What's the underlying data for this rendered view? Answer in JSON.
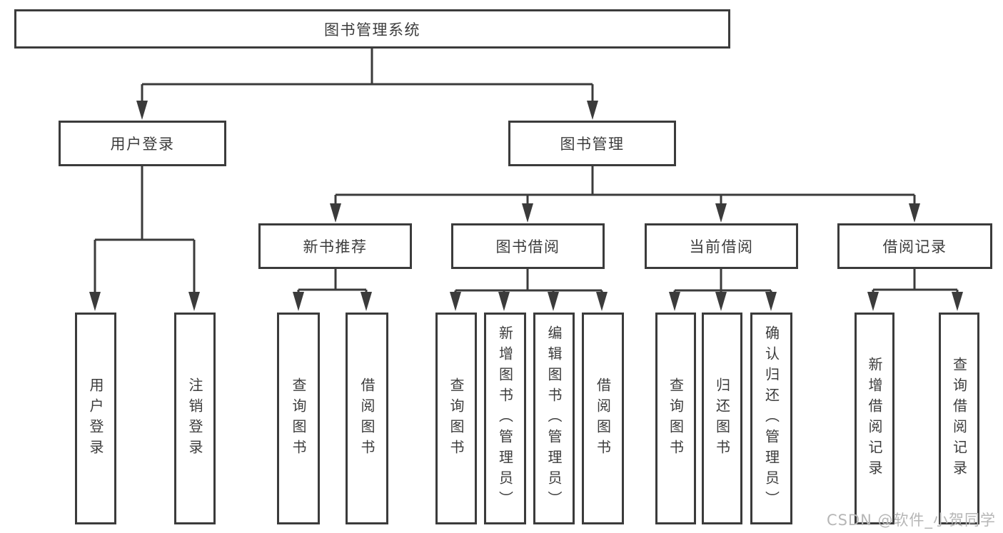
{
  "tree": {
    "root": {
      "label": "图书管理系统",
      "children": [
        {
          "label": "用户登录",
          "children": [
            {
              "label": "用户登录"
            },
            {
              "label": "注销登录"
            }
          ]
        },
        {
          "label": "图书管理",
          "children": [
            {
              "label": "新书推荐",
              "children": [
                {
                  "label": "查询图书"
                },
                {
                  "label": "借阅图书"
                }
              ]
            },
            {
              "label": "图书借阅",
              "children": [
                {
                  "label": "查询图书"
                },
                {
                  "label": "新增图书（管理员）"
                },
                {
                  "label": "编辑图书（管理员）"
                },
                {
                  "label": "借阅图书"
                }
              ]
            },
            {
              "label": "当前借阅",
              "children": [
                {
                  "label": "查询图书"
                },
                {
                  "label": "归还图书"
                },
                {
                  "label": "确认归还（管理员）"
                }
              ]
            },
            {
              "label": "借阅记录",
              "children": [
                {
                  "label": "新增借阅记录"
                },
                {
                  "label": "查询借阅记录"
                }
              ]
            }
          ]
        }
      ]
    }
  },
  "watermark": {
    "text": "CSDN @软件_小贺同学"
  },
  "colors": {
    "line": "#3b3b3b",
    "text": "#3c3c3c",
    "watermark": "#b6b6b6",
    "background": "#ffffff"
  }
}
